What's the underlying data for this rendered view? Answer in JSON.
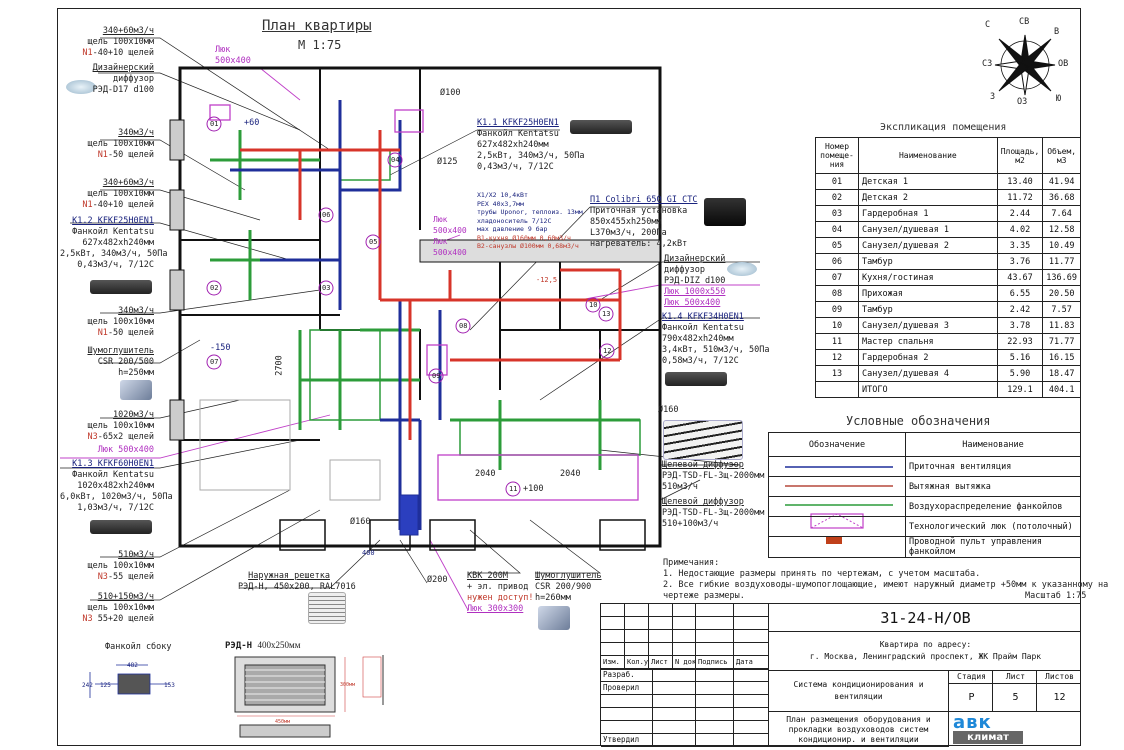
{
  "plan_title": "План квартиры",
  "plan_scale": "М 1:75",
  "compass": {
    "n": "С",
    "ne": "СВ",
    "e": "В",
    "w": "СЗ",
    "ew": "ОВ",
    "sw": "З",
    "s": "ОЗ",
    "se": "Ю"
  },
  "callouts_left": [
    {
      "l1": "340+60м3/ч",
      "l2": "щель 100х10мм",
      "l3r": "N1",
      "l3": "-40+10 щелей"
    },
    {
      "l1": "Дизайнерский",
      "l2": "диффузор",
      "l3r": "",
      "l3": "РЭД-D17 d100"
    },
    {
      "l1": "340м3/ч",
      "l2": "щель 100х10мм",
      "l3r": "N1",
      "l3": "-50 щелей"
    },
    {
      "l1": "340+60м3/ч",
      "l2": "щель 100х10мм",
      "l3r": "N1",
      "l3": "-40+10 щелей"
    },
    {
      "l1": "340м3/ч",
      "l2": "щель 100х10мм",
      "l3r": "N1",
      "l3": "-50 щелей"
    },
    {
      "l1": "Шумоглушитель",
      "l2": "CSR 200/500",
      "l3r": "",
      "l3": "h=250мм"
    },
    {
      "l1": "1020м3/ч",
      "l2": "щель 100х10мм",
      "l3r": "N3",
      "l3": "-65х2 щелей"
    },
    {
      "l1": "510м3/ч",
      "l2": "щель 100х10мм",
      "l3r": "N3",
      "l3": "-55 щелей"
    },
    {
      "l1": "510+150м3/ч",
      "l2": "щель 100х10мм",
      "l3r": "N3",
      "l3": " 55+20 щелей"
    }
  ],
  "fancoils": [
    {
      "id": "K1.2 KFKF25H0EN1",
      "l1": "Фанкойл Kentatsu",
      "l2": "627x482xh240мм",
      "l3": "2,5кВт, 340м3/ч, 50Па",
      "l4": "0,43м3/ч, 7/12С"
    },
    {
      "id": "K1.3 KFKF60H0EN1",
      "l1": "Фанкойл Kentatsu",
      "l2": "1020x482xh240мм",
      "l3": "6,0кВт, 1020м3/ч, 50Па",
      "l4": "1,03м3/ч, 7/12С"
    },
    {
      "id": "K1.1 KFKF25H0EN1",
      "l1": "Фанкойл Kentatsu",
      "l2": "627x482xh240мм",
      "l3": "2,5кВт, 340м3/ч, 50Па",
      "l4": "0,43м3/ч, 7/12С"
    },
    {
      "id": "K1.4 KFKF34H0EN1",
      "l1": "Фанкойл Kentatsu",
      "l2": "790x482xh240мм",
      "l3": "3,4кВт, 510м3/ч, 50Па",
      "l4": "0,58м3/ч, 7/12С"
    }
  ],
  "hatch_left": "Люк 500х400",
  "hatch_top": {
    "a": "Люк",
    "b": "500х400"
  },
  "hatch_mid": {
    "a": "Люк",
    "b": "500х400",
    "c": "Люк",
    "d": "500х400"
  },
  "pipes": {
    "l1": "Х1/Х2 10,4кВт",
    "l2": "PEX 40x3,7мм",
    "l3": "трубы Uponor, теплоиз. 13мм",
    "l4": "хладоноситель 7/12С",
    "l5": "мах давление 9 бар",
    "l6": "В1-кухня Ø160мм 0,60м3/ч",
    "l7": "В2-санузлы Ø100мм 0,68м3/ч"
  },
  "supply_unit": {
    "id": "П1 Colibri 650 GI CTC",
    "l1": "Приточная установка",
    "l2": "850x455xh250мм",
    "l3": "L370м3/ч, 200Па",
    "l4": "нагреватель: 4,2кВт"
  },
  "diffuser_right": {
    "l1": "Дизайнерский",
    "l2": "диффузор",
    "l3": "РЭД-DIZ d100",
    "h1": "Люк 1000х550",
    "h2": "Люк 500х400"
  },
  "slot_diffusers": [
    {
      "l1": "Щелевой диффузор",
      "l2": "РЭД-TSD-FL-3щ-2000мм",
      "l3": "510м3/ч"
    },
    {
      "l1": "Щелевой диффузор",
      "l2": "РЭД-TSD-FL-3щ-2000мм",
      "l3": "510+100м3/ч"
    }
  ],
  "grille": {
    "l1": "Наружная решетка",
    "l2": "РЭД-Н, 450х200, RAL7016"
  },
  "kvk": {
    "d": "Ø200",
    "l1": "КВК 200М",
    "l2": "+ эл. привод",
    "l3": "нужен доступ!",
    "l4": "Люк 300х300"
  },
  "silencer2": {
    "l1": "Шумоглушитель",
    "l2": "CSR 200/900",
    "l3": "h=260мм"
  },
  "fancoil_side": "Фанкойл сбоку",
  "fancoil_dims": {
    "w": "482",
    "h1": "242",
    "h2": "125",
    "h3": "153"
  },
  "grille_detail": {
    "title": "РЭД-Н",
    "size": "400х250мм",
    "w": "450мм",
    "h": "300мм"
  },
  "plan_labels": {
    "rooms": [
      "01",
      "02",
      "03",
      "04",
      "05",
      "06",
      "07",
      "08",
      "09",
      "10",
      "11",
      "12",
      "13"
    ],
    "d100": "Ø100",
    "d125": "Ø125",
    "d160": "Ø160",
    "d200": "Ø200",
    "p60": "+60",
    "m150": "-150",
    "p100": "+100",
    "dim1": "2700",
    "dim2": "2040",
    "dim3": "2040",
    "dim400": "400",
    "m125": "-12,5"
  },
  "rooms_table": {
    "caption": "Экспликация помещения",
    "headers": [
      "Номер помеще-ния",
      "Наименование",
      "Площадь, м2",
      "Объем, м3"
    ],
    "rows": [
      [
        "01",
        "Детская 1",
        "13.40",
        "41.94"
      ],
      [
        "02",
        "Детская 2",
        "11.72",
        "36.68"
      ],
      [
        "03",
        "Гардеробная 1",
        "2.44",
        "7.64"
      ],
      [
        "04",
        "Санузел/душевая 1",
        "4.02",
        "12.58"
      ],
      [
        "05",
        "Санузел/душевая 2",
        "3.35",
        "10.49"
      ],
      [
        "06",
        "Тамбур",
        "3.76",
        "11.77"
      ],
      [
        "07",
        "Кухня/гостиная",
        "43.67",
        "136.69"
      ],
      [
        "08",
        "Прихожая",
        "6.55",
        "20.50"
      ],
      [
        "09",
        "Тамбур",
        "2.42",
        "7.57"
      ],
      [
        "10",
        "Санузел/душевая 3",
        "3.78",
        "11.83"
      ],
      [
        "11",
        "Мастер спальня",
        "22.93",
        "71.77"
      ],
      [
        "12",
        "Гардеробная 2",
        "5.16",
        "16.15"
      ],
      [
        "13",
        "Санузел/душевая 4",
        "5.90",
        "18.47"
      ],
      [
        "",
        "ИТОГО",
        "129.1",
        "404.1"
      ]
    ]
  },
  "legend": {
    "caption": "Условные обозначения",
    "headers": [
      "Обозначение",
      "Наименование"
    ],
    "rows": [
      {
        "symbol": "line",
        "color": "#1f2f9a",
        "label": "Приточная вентиляция"
      },
      {
        "symbol": "line",
        "color": "#b5483c",
        "label": "Вытяжная вытяжка"
      },
      {
        "symbol": "line",
        "color": "#2c9c3a",
        "label": "Воздухораспределение фанкойлов"
      },
      {
        "symbol": "hatch",
        "color": "#c040c8",
        "label": "Технологический люк (потолочный)"
      },
      {
        "symbol": "block",
        "color": "#c0401a",
        "label": "Проводной пульт управления фанкойлом"
      }
    ]
  },
  "notes": {
    "title": "Примечания:",
    "n1": "1. Недостающие размеры принять по чертежам, с учетом масштаба.",
    "n2": "2. Все гибкие воздуховоды-шумопоглощающие, имеют наружный диаметр +50мм к указанному на",
    "n3": "чертеже размеры.",
    "scale": "Масштаб 1:75"
  },
  "title_block": {
    "code": "31-24-Н/ОВ",
    "address1": "Квартира по адресу:",
    "address2": "г. Москва, Ленинградский проспект, ЖК Прайм Парк",
    "cols": [
      "Изм.",
      "Кол.уч.",
      "Лист",
      "N док.",
      "Подпись",
      "Дата"
    ],
    "roles": [
      "Разраб.",
      "Проверил",
      "Утвердил"
    ],
    "system": "Система кондиционирования и вентиляции",
    "stage_h": "Стадия",
    "sheet_h": "Лист",
    "sheets_h": "Листов",
    "stage": "Р",
    "sheet": "5",
    "sheets": "12",
    "plan": "План размещения оборудования и прокладки воздуховодов систем кондиционир. и вентиляции",
    "logo_top": "авк",
    "logo_bottom": "климат"
  }
}
